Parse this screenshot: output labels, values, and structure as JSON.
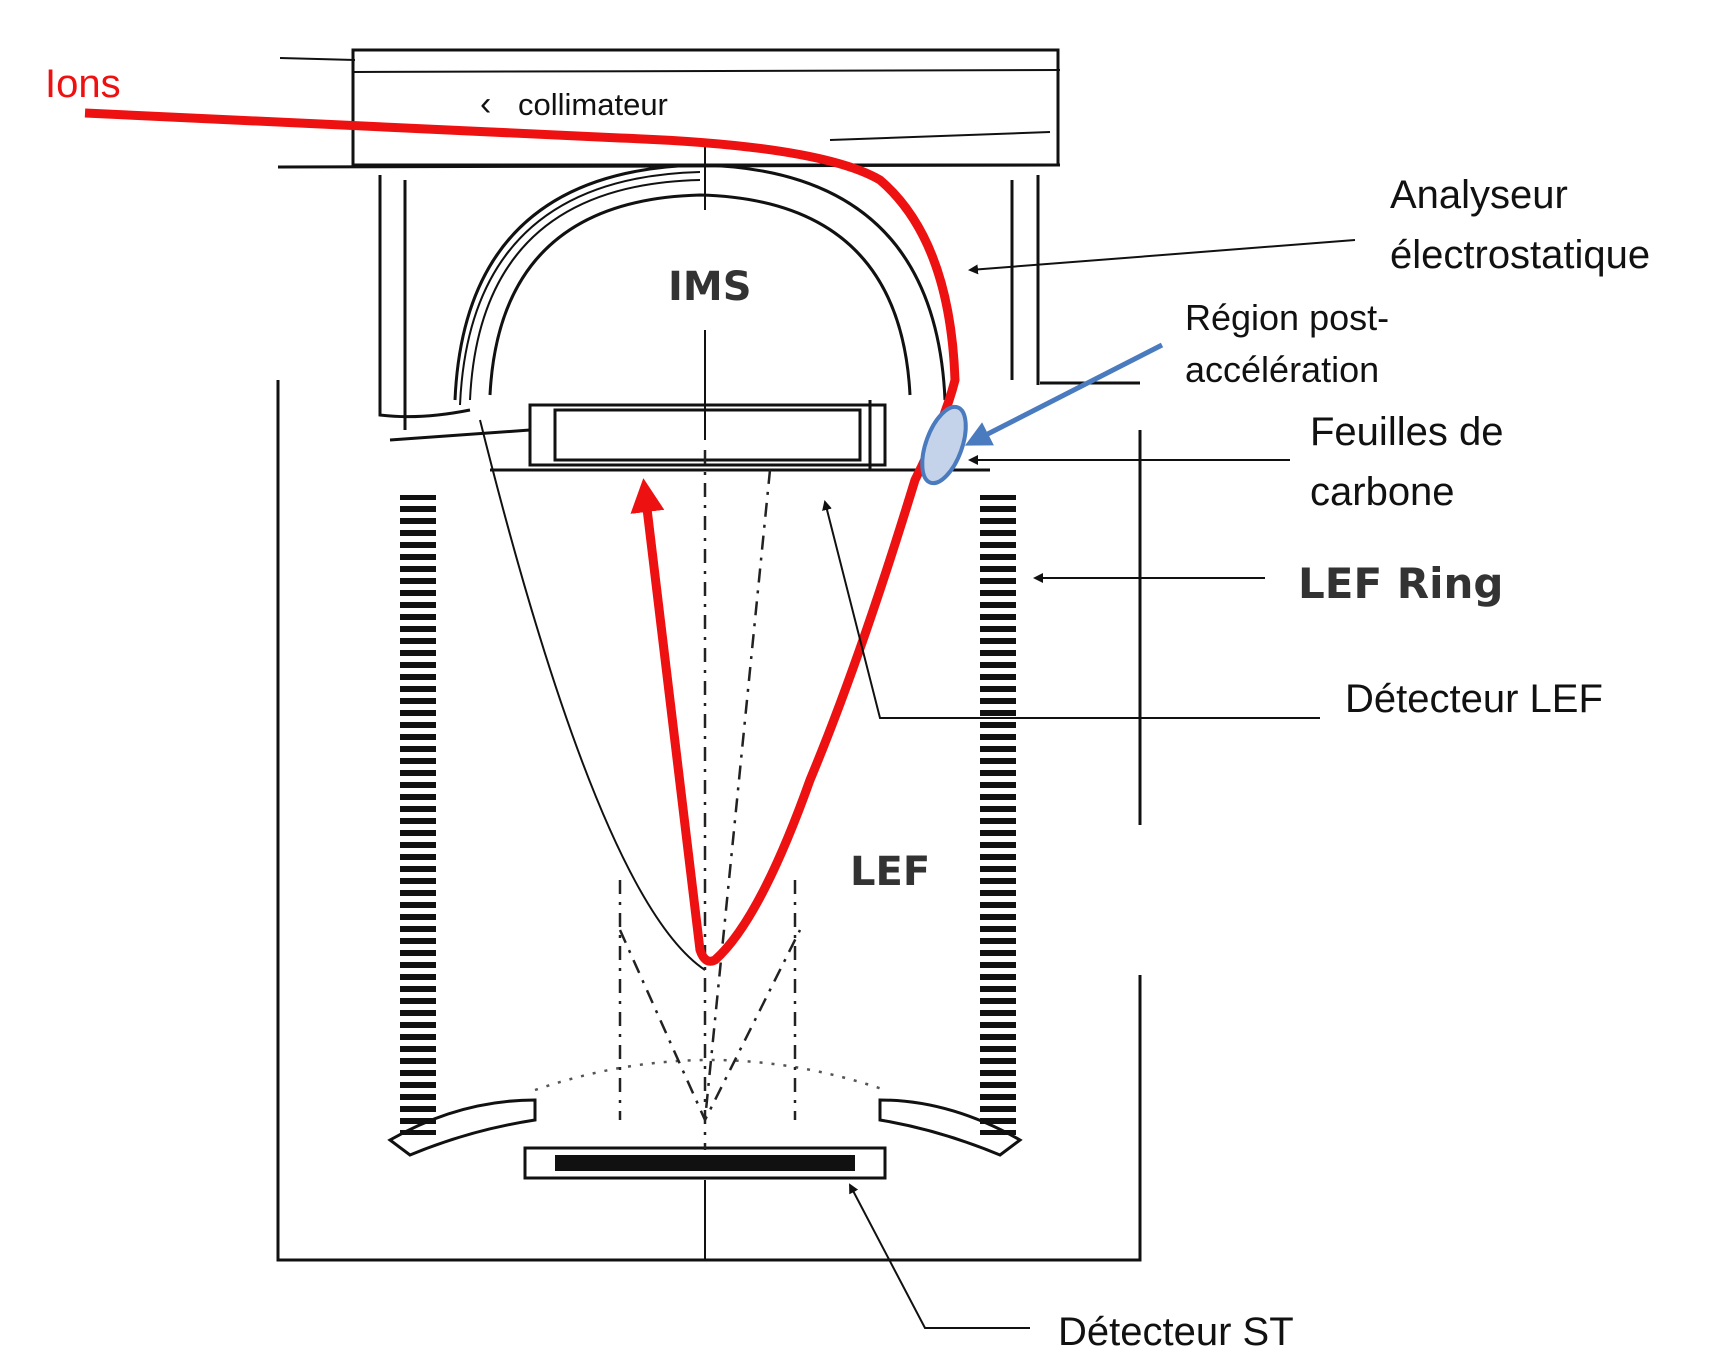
{
  "labels": {
    "ions": "Ions",
    "collimator": "collimateur",
    "analyzer_line1": "Analyseur",
    "analyzer_line2": "électrostatique",
    "postaccel_line1": "Région post-",
    "postaccel_line2": "accélération",
    "foils_line1": "Feuilles de",
    "foils_line2": "carbone",
    "lef_ring": "LEF  Ring",
    "lef_detector": "Détecteur LEF",
    "ims": "IMS",
    "lef": "LEF",
    "st_detector": "Détecteur ST"
  },
  "colors": {
    "ion_path": "#ee1111",
    "ions_label": "#ee1111",
    "post_accel_arrow": "#4a7bbf",
    "post_accel_region": "#c5d3ea",
    "lines": "#111111"
  }
}
